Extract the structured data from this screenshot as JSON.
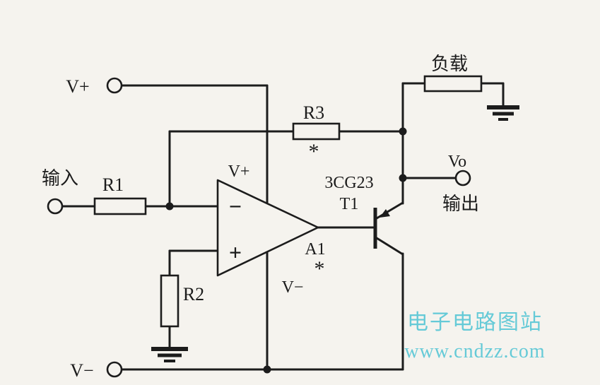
{
  "labels": {
    "v_plus_supply": "V+",
    "v_minus_supply": "V−",
    "input_cn": "输入",
    "output_cn": "输出",
    "load_cn": "负载",
    "r1": "R1",
    "r2": "R2",
    "r3": "R3",
    "r3_star": "*",
    "opamp_vplus": "V+",
    "opamp_vminus": "V−",
    "opamp_ref": "A1",
    "opamp_star": "*",
    "opamp_inverting_sign": "−",
    "opamp_noninverting_sign": "+",
    "transistor_type": "3CG23",
    "transistor_ref": "T1",
    "vo": "Vo"
  },
  "watermark": {
    "line1": "电子电路图站",
    "line2": "www.cndzz.com",
    "color": "#56c6d5"
  },
  "colors": {
    "background": "#f5f3ee",
    "line": "#1c1c1c"
  }
}
